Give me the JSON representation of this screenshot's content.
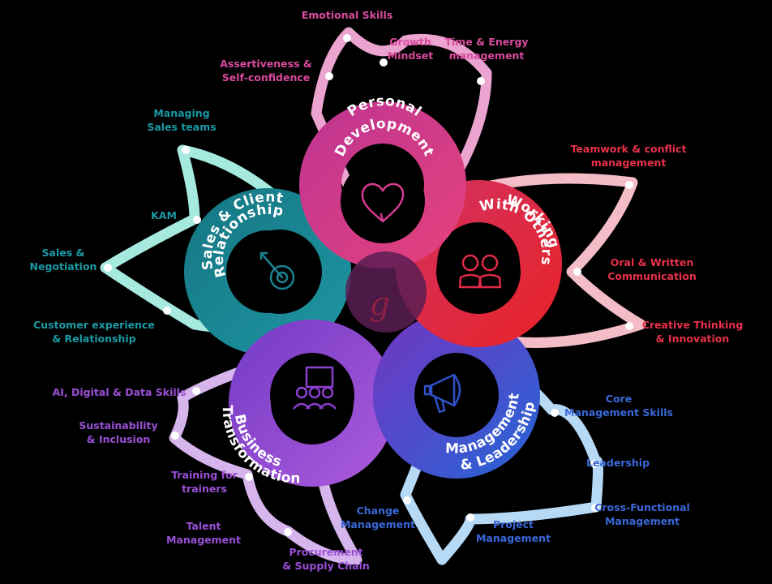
{
  "hubs": {
    "personal": {
      "title": "Personal Development",
      "color": "#d63a8f"
    },
    "working": {
      "title": "Working With Others",
      "color": "#e02a48"
    },
    "management": {
      "title": "Management & Leadership",
      "color": "#3050c8"
    },
    "business": {
      "title": "Business Transformation",
      "color": "#8a3fcf"
    },
    "sales": {
      "title": "Sales & Client Relationship",
      "color": "#1b8290"
    }
  },
  "petals": {
    "pink": {
      "color": "#eba3cf",
      "labels": {
        "emotional": [
          "Emotional Skills"
        ],
        "growth": [
          "Growth",
          "Mindset"
        ],
        "time": [
          "Time & Energy",
          "management"
        ],
        "assertive": [
          "Assertiveness &",
          "Self-confidence"
        ]
      }
    },
    "red": {
      "color": "#f3bcc6",
      "labels": {
        "teamwork": [
          "Teamwork & conflict",
          "management"
        ],
        "oral": [
          "Oral & Written",
          "Communication"
        ],
        "creative": [
          "Creative Thinking",
          "& Innovation"
        ]
      }
    },
    "teal": {
      "color": "#a6e9df",
      "labels": {
        "managing": [
          "Managing",
          "Sales teams"
        ],
        "kam": [
          "KAM"
        ],
        "sales": [
          "Sales &",
          "Negotiation"
        ],
        "customer": [
          "Customer experience",
          "& Relationship"
        ]
      }
    },
    "purple": {
      "color": "#d6b4ec",
      "labels": {
        "ai": [
          "AI, Digital & Data Skills"
        ],
        "sustain": [
          "Sustainability",
          "& Inclusion"
        ],
        "training": [
          "Training for",
          "trainers"
        ],
        "talent": [
          "Talent",
          "Management"
        ],
        "procure": [
          "Procurement",
          "& Supply Chain"
        ]
      }
    },
    "blue": {
      "color": "#b6d9f6",
      "labels": {
        "change": [
          "Change",
          "Management"
        ],
        "core": [
          "Core",
          "Management Skills"
        ],
        "leadership": [
          "Leadership"
        ],
        "cross": [
          "Cross-Functional",
          "Management"
        ],
        "project": [
          "Project",
          "Management"
        ]
      }
    }
  },
  "logo": {
    "text": "g"
  }
}
